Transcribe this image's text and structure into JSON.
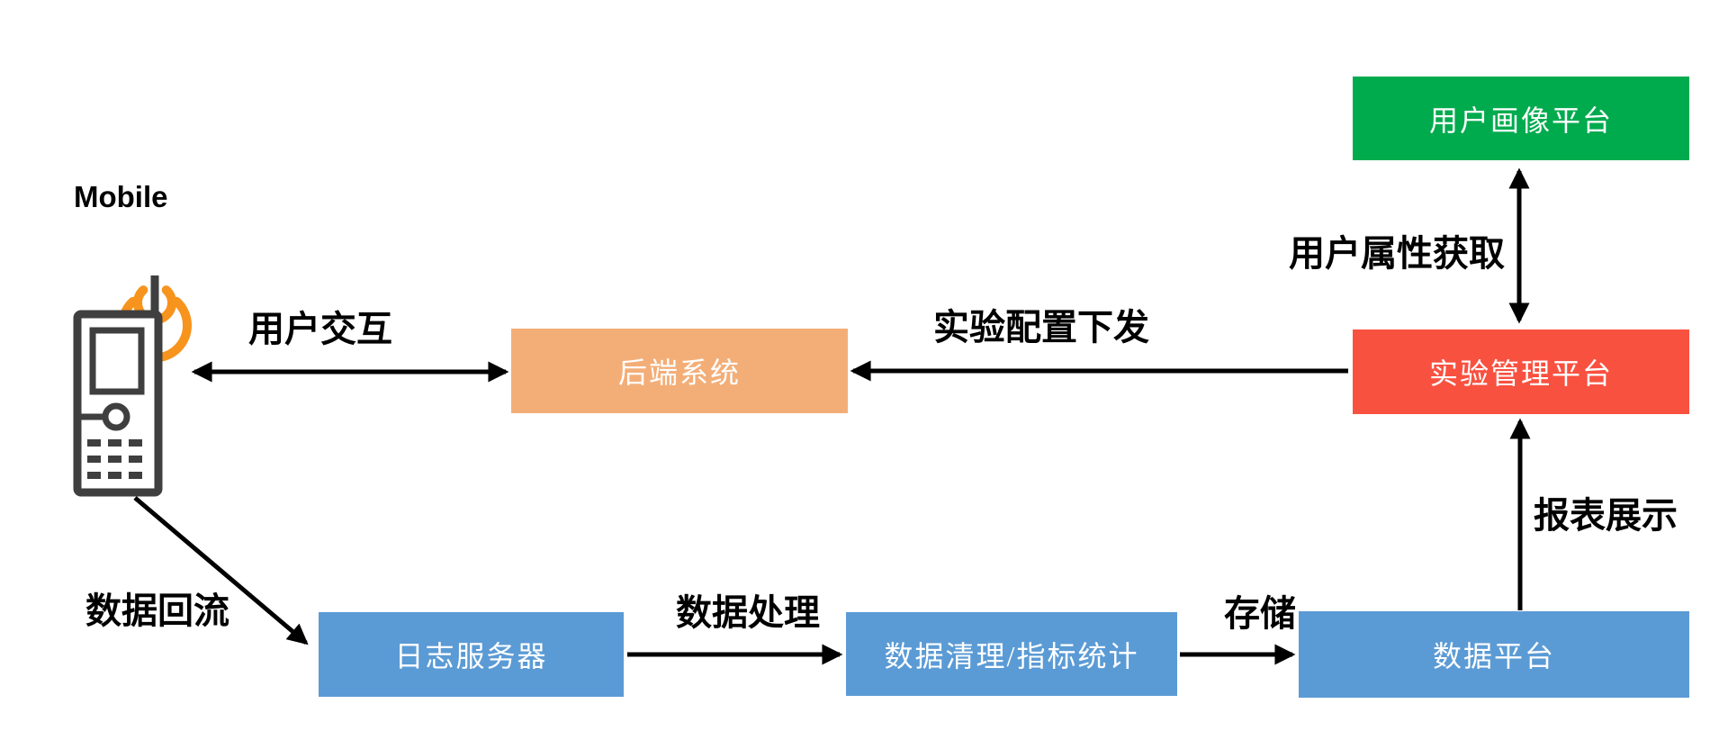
{
  "mobile": {
    "label": "Mobile"
  },
  "nodes": {
    "user_profile": {
      "label": "用户画像平台",
      "color": "#00AB4E"
    },
    "experiment_mgmt": {
      "label": "实验管理平台",
      "color": "#F95140"
    },
    "backend": {
      "label": "后端系统",
      "color": "#F3AE78"
    },
    "log_server": {
      "label": "日志服务器",
      "color": "#5B9BD5"
    },
    "data_cleaning": {
      "label": "数据清理/指标统计",
      "color": "#5B9BD5"
    },
    "data_platform": {
      "label": "数据平台",
      "color": "#5B9BD5"
    }
  },
  "edges": {
    "user_interaction": {
      "label": "用户交互",
      "direction": "bidirectional"
    },
    "config_distribution": {
      "label": "实验配置下发",
      "direction": "right-to-left"
    },
    "user_attribute": {
      "label": "用户属性获取",
      "direction": "bidirectional"
    },
    "report_display": {
      "label": "报表展示",
      "direction": "up"
    },
    "data_backflow": {
      "label": "数据回流",
      "direction": "down-right"
    },
    "data_processing": {
      "label": "数据处理",
      "direction": "right"
    },
    "storage": {
      "label": "存储",
      "direction": "right"
    }
  },
  "colors": {
    "arrow": "#000000",
    "phone_outline": "#3F3F3F",
    "signal_waves": "#F7941D",
    "node_text": "#FFFFFF",
    "label_text": "#000000",
    "background": "#FFFFFF"
  }
}
